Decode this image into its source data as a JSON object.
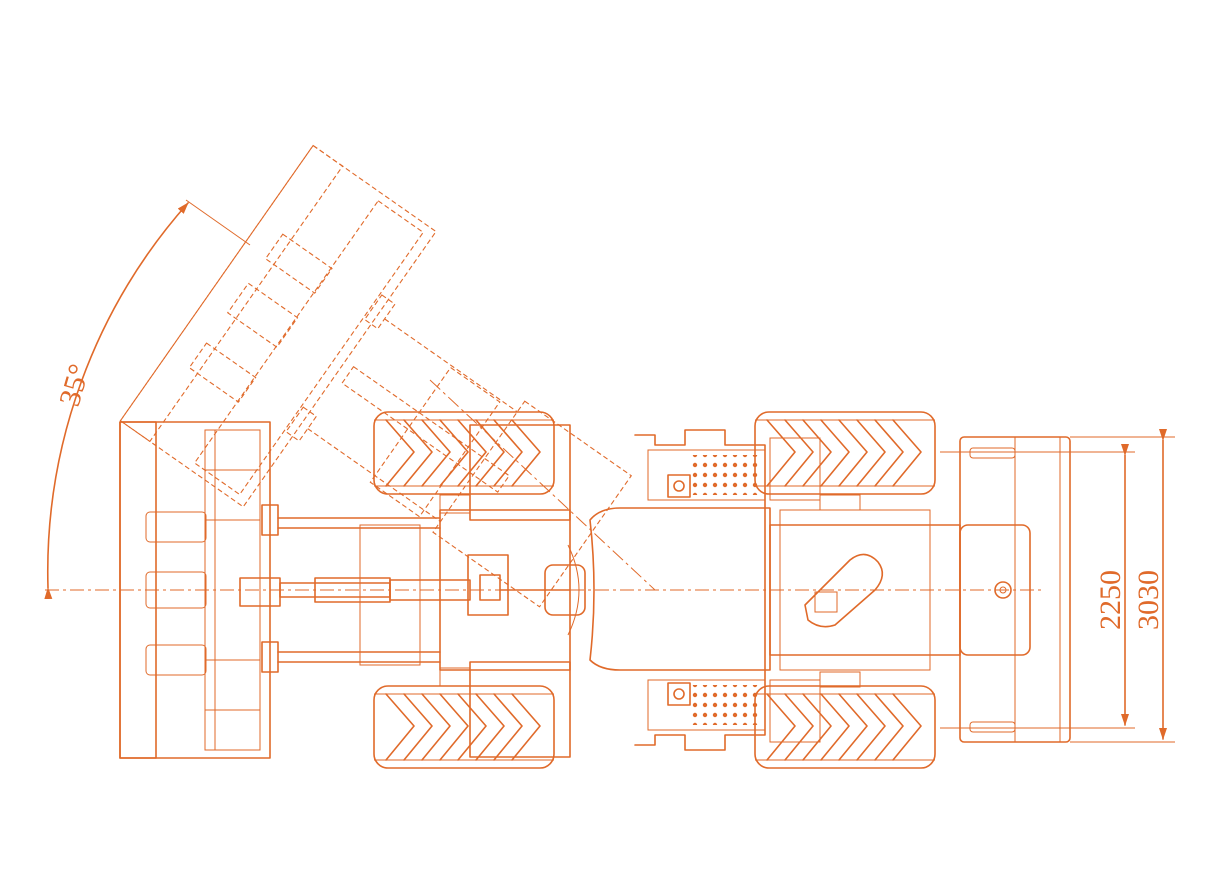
{
  "drawing": {
    "line_color": "#e06a2a",
    "articulation_angle": "35°",
    "dimensions": {
      "track_width": "2250",
      "overall_width": "3030"
    }
  }
}
